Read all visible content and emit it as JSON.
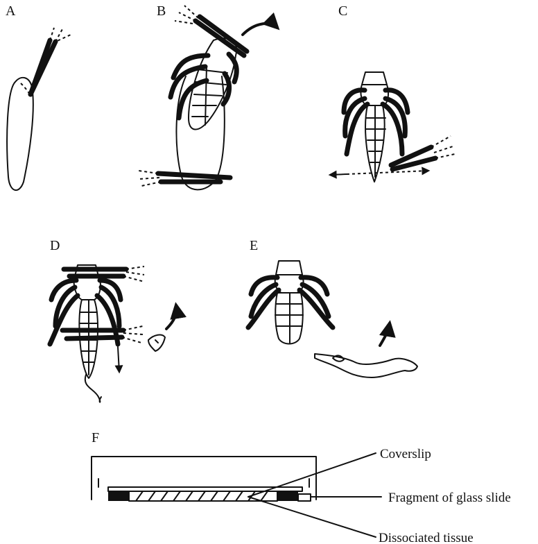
{
  "panels": {
    "a": "A",
    "b": "B",
    "c": "C",
    "d": "D",
    "e": "E",
    "f": "F"
  },
  "callouts": {
    "coverslip": "Coverslip",
    "fragment": "Fragment of glass slide",
    "tissue": "Dissociated tissue"
  }
}
